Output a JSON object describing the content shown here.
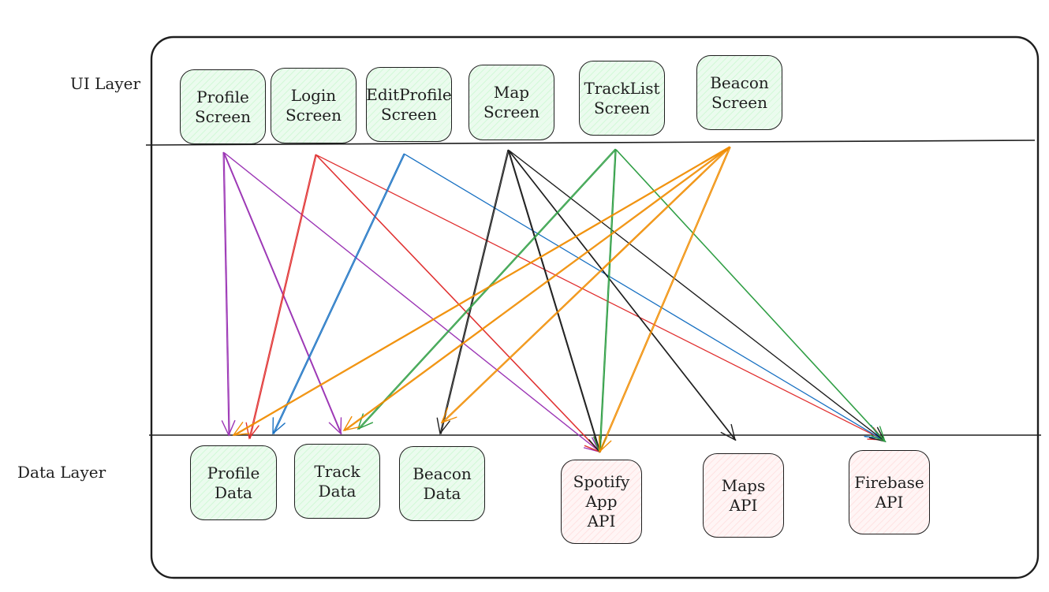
{
  "layers": {
    "ui_label": "UI Layer",
    "data_label": "Data Layer"
  },
  "ui_nodes": [
    {
      "id": "profile_screen",
      "label": "Profile\nScreen"
    },
    {
      "id": "login_screen",
      "label": "Login\nScreen"
    },
    {
      "id": "editprofile_screen",
      "label": "EditProfile\nScreen"
    },
    {
      "id": "map_screen",
      "label": "Map\nScreen"
    },
    {
      "id": "tracklist_screen",
      "label": "TrackList\nScreen"
    },
    {
      "id": "beacon_screen",
      "label": "Beacon\nScreen"
    }
  ],
  "data_nodes": [
    {
      "id": "profile_data",
      "label": "Profile\nData"
    },
    {
      "id": "track_data",
      "label": "Track\nData"
    },
    {
      "id": "beacon_data",
      "label": "Beacon\nData"
    },
    {
      "id": "spotify_api",
      "label": "Spotify\nApp\nAPI"
    },
    {
      "id": "maps_api",
      "label": "Maps\nAPI"
    },
    {
      "id": "firebase_api",
      "label": "Firebase\nAPI"
    }
  ],
  "colors": {
    "profile": "#9c36b5",
    "login": "#e03131",
    "editprofile": "#1971c2",
    "map": "#1e1e1e",
    "tracklist": "#2f9e44",
    "beacon": "#f08c00",
    "ui_fill": "#ebfbee",
    "api_fill": "#fff5f5",
    "stroke": "#1e1e1e"
  },
  "edges": [
    {
      "from": "profile_screen",
      "to": "profile_data",
      "color": "profile"
    },
    {
      "from": "profile_screen",
      "to": "track_data",
      "color": "profile"
    },
    {
      "from": "profile_screen",
      "to": "spotify_api",
      "color": "profile"
    },
    {
      "from": "login_screen",
      "to": "profile_data",
      "color": "login"
    },
    {
      "from": "login_screen",
      "to": "spotify_api",
      "color": "login"
    },
    {
      "from": "login_screen",
      "to": "firebase_api",
      "color": "login"
    },
    {
      "from": "editprofile_screen",
      "to": "profile_data",
      "color": "editprofile"
    },
    {
      "from": "editprofile_screen",
      "to": "firebase_api",
      "color": "editprofile"
    },
    {
      "from": "map_screen",
      "to": "beacon_data",
      "color": "map"
    },
    {
      "from": "map_screen",
      "to": "spotify_api",
      "color": "map"
    },
    {
      "from": "map_screen",
      "to": "maps_api",
      "color": "map"
    },
    {
      "from": "map_screen",
      "to": "firebase_api",
      "color": "map"
    },
    {
      "from": "tracklist_screen",
      "to": "track_data",
      "color": "tracklist"
    },
    {
      "from": "tracklist_screen",
      "to": "spotify_api",
      "color": "tracklist"
    },
    {
      "from": "tracklist_screen",
      "to": "firebase_api",
      "color": "tracklist"
    },
    {
      "from": "beacon_screen",
      "to": "profile_data",
      "color": "beacon"
    },
    {
      "from": "beacon_screen",
      "to": "track_data",
      "color": "beacon"
    },
    {
      "from": "beacon_screen",
      "to": "beacon_data",
      "color": "beacon"
    },
    {
      "from": "beacon_screen",
      "to": "spotify_api",
      "color": "beacon"
    }
  ]
}
